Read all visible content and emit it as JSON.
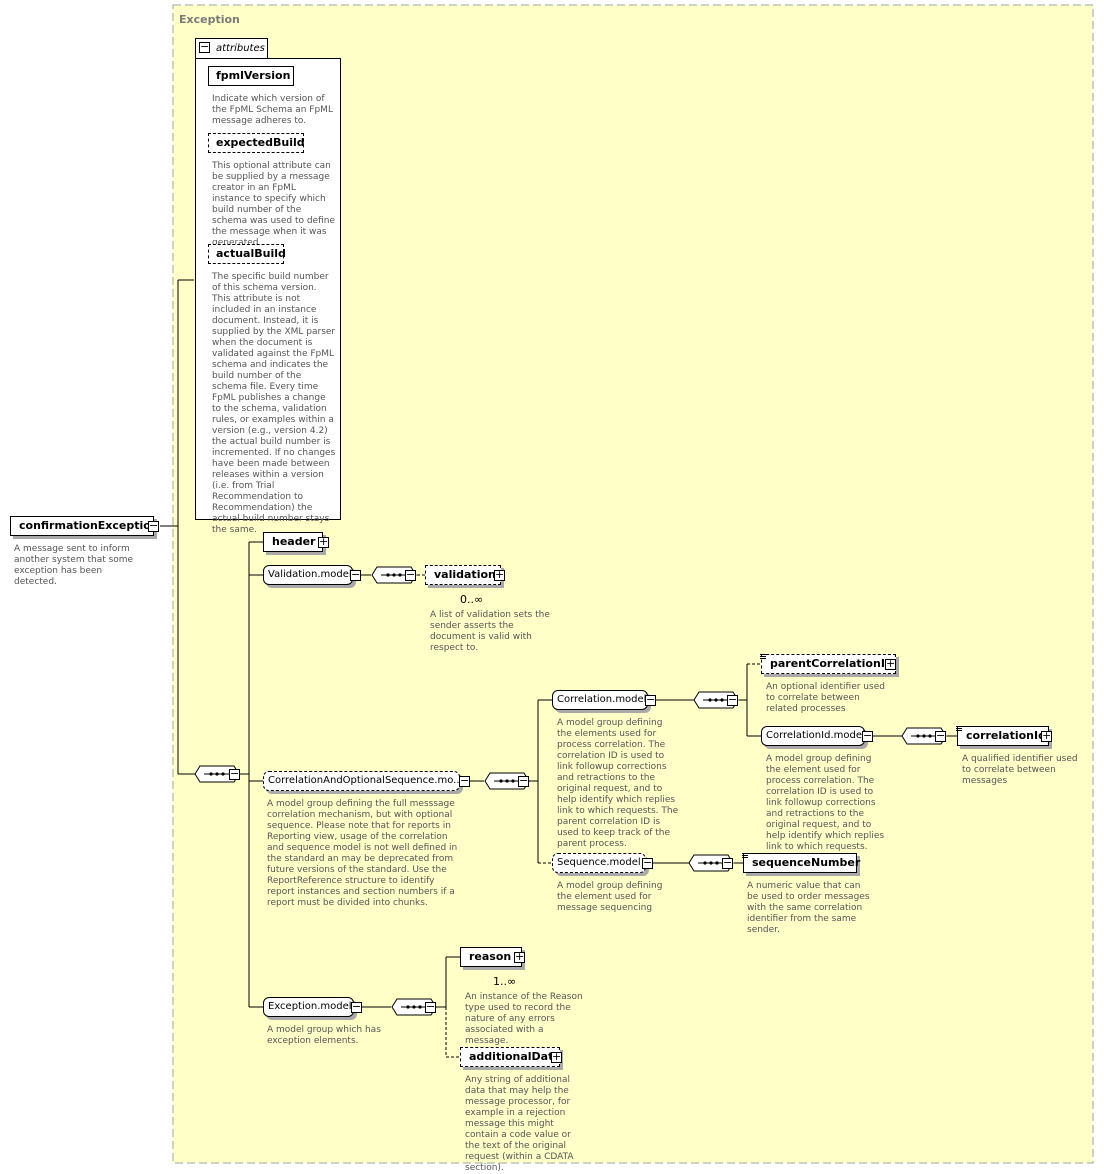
{
  "diagram": {
    "type_name": "Exception",
    "root": {
      "name": "confirmationException",
      "doc": "A message sent to inform another system that some exception has been detected."
    },
    "attributes": {
      "tab_label": "attributes",
      "items": [
        {
          "name": "fpmlVersion",
          "doc": "Indicate which version of the FpML Schema an FpML message adheres to."
        },
        {
          "name": "expectedBuild",
          "doc": "This optional attribute can be supplied by a message creator in an FpML instance to specify which build number of the schema was used to define the message when it was generated."
        },
        {
          "name": "actualBuild",
          "doc": "The specific build number of this schema version. This attribute is not included in an instance document. Instead, it is supplied by the XML parser when the document is validated against the FpML schema and indicates the build number of the schema file. Every time FpML publishes a change to the schema, validation rules, or examples within a version (e.g., version 4.2) the actual build number is incremented. If no changes have been made between releases within a version (i.e. from Trial Recommendation to Recommendation) the actual build number stays the same."
        }
      ]
    },
    "header": {
      "name": "header"
    },
    "validation_model": {
      "name": "Validation.model"
    },
    "validation": {
      "name": "validation",
      "cardinality": "0..∞",
      "doc": "A list of validation sets the sender asserts the document is valid with respect to."
    },
    "corr_opt_seq": {
      "name": "CorrelationAndOptionalSequence.mo...",
      "doc": "A model group defining the full messsage correlation mechanism, but with optional sequence. Please note that for reports in Reporting view, usage of the correlation and sequence model is not well defined in the standard an may be deprecated from future versions of the standard. Use the ReportReference structure to identify report instances and section numbers if a report must be divided into chunks."
    },
    "correlation_model": {
      "name": "Correlation.model",
      "doc": "A model group defining the elements used for process correlation. The correlation ID is used to link followup corrections and retractions to the original request, and to help identify which replies link to which requests. The parent correlation ID is used to keep track of the parent process."
    },
    "parent_correlation_id": {
      "name": "parentCorrelationId",
      "doc": "An optional identifier used to correlate between related processes"
    },
    "correlation_id_model": {
      "name": "CorrelationId.model",
      "doc": "A model group defining the element used for process correlation. The correlation ID is used to link followup corrections and retractions to the original request, and to help identify which replies link to which requests."
    },
    "correlation_id": {
      "name": "correlationId",
      "doc": "A qualified identifier used to correlate between messages"
    },
    "sequence_model": {
      "name": "Sequence.model",
      "doc": "A model group defining the element used for message sequencing"
    },
    "sequence_number": {
      "name": "sequenceNumber",
      "doc": "A numeric value that can be used to order messages with the same correlation identifier from the same sender."
    },
    "exception_model": {
      "name": "Exception.model",
      "doc": "A model group which has exception elements."
    },
    "reason": {
      "name": "reason",
      "cardinality": "1..∞",
      "doc": "An instance of the Reason type used to record the nature of any errors associated with a message."
    },
    "additional_data": {
      "name": "additionalData",
      "doc": "Any string of additional data that may help the message processor, for example in a rejection message this might contain a code value or the text of the original request (within a CDATA section)."
    }
  },
  "colors": {
    "type_background": "#ffffc8",
    "type_border": "#a0a0a0",
    "shadow": "#a9a9a9",
    "doc_text": "#555555"
  },
  "icons": {
    "collapse": "minus-box-icon",
    "expand": "plus-box-icon",
    "sequence": "sequence-compositor-icon"
  }
}
